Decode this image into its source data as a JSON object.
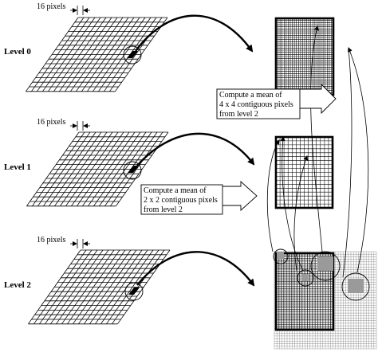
{
  "levels": [
    {
      "label": "Level 0",
      "pixel_label": "16 pixels"
    },
    {
      "label": "Level 1",
      "pixel_label": "16 pixels"
    },
    {
      "label": "Level 2",
      "pixel_label": "16 pixels"
    }
  ],
  "callouts": [
    {
      "lines": [
        "Compute a mean of",
        "4 x 4 contiguous pixels",
        "from level 2"
      ]
    },
    {
      "lines": [
        "Compute a mean of",
        "2 x 2 contiguous pixels",
        "from level 2"
      ]
    }
  ],
  "colors": {
    "line": "#000000",
    "highlight": "#9a9a9a",
    "background": "#ffffff"
  }
}
